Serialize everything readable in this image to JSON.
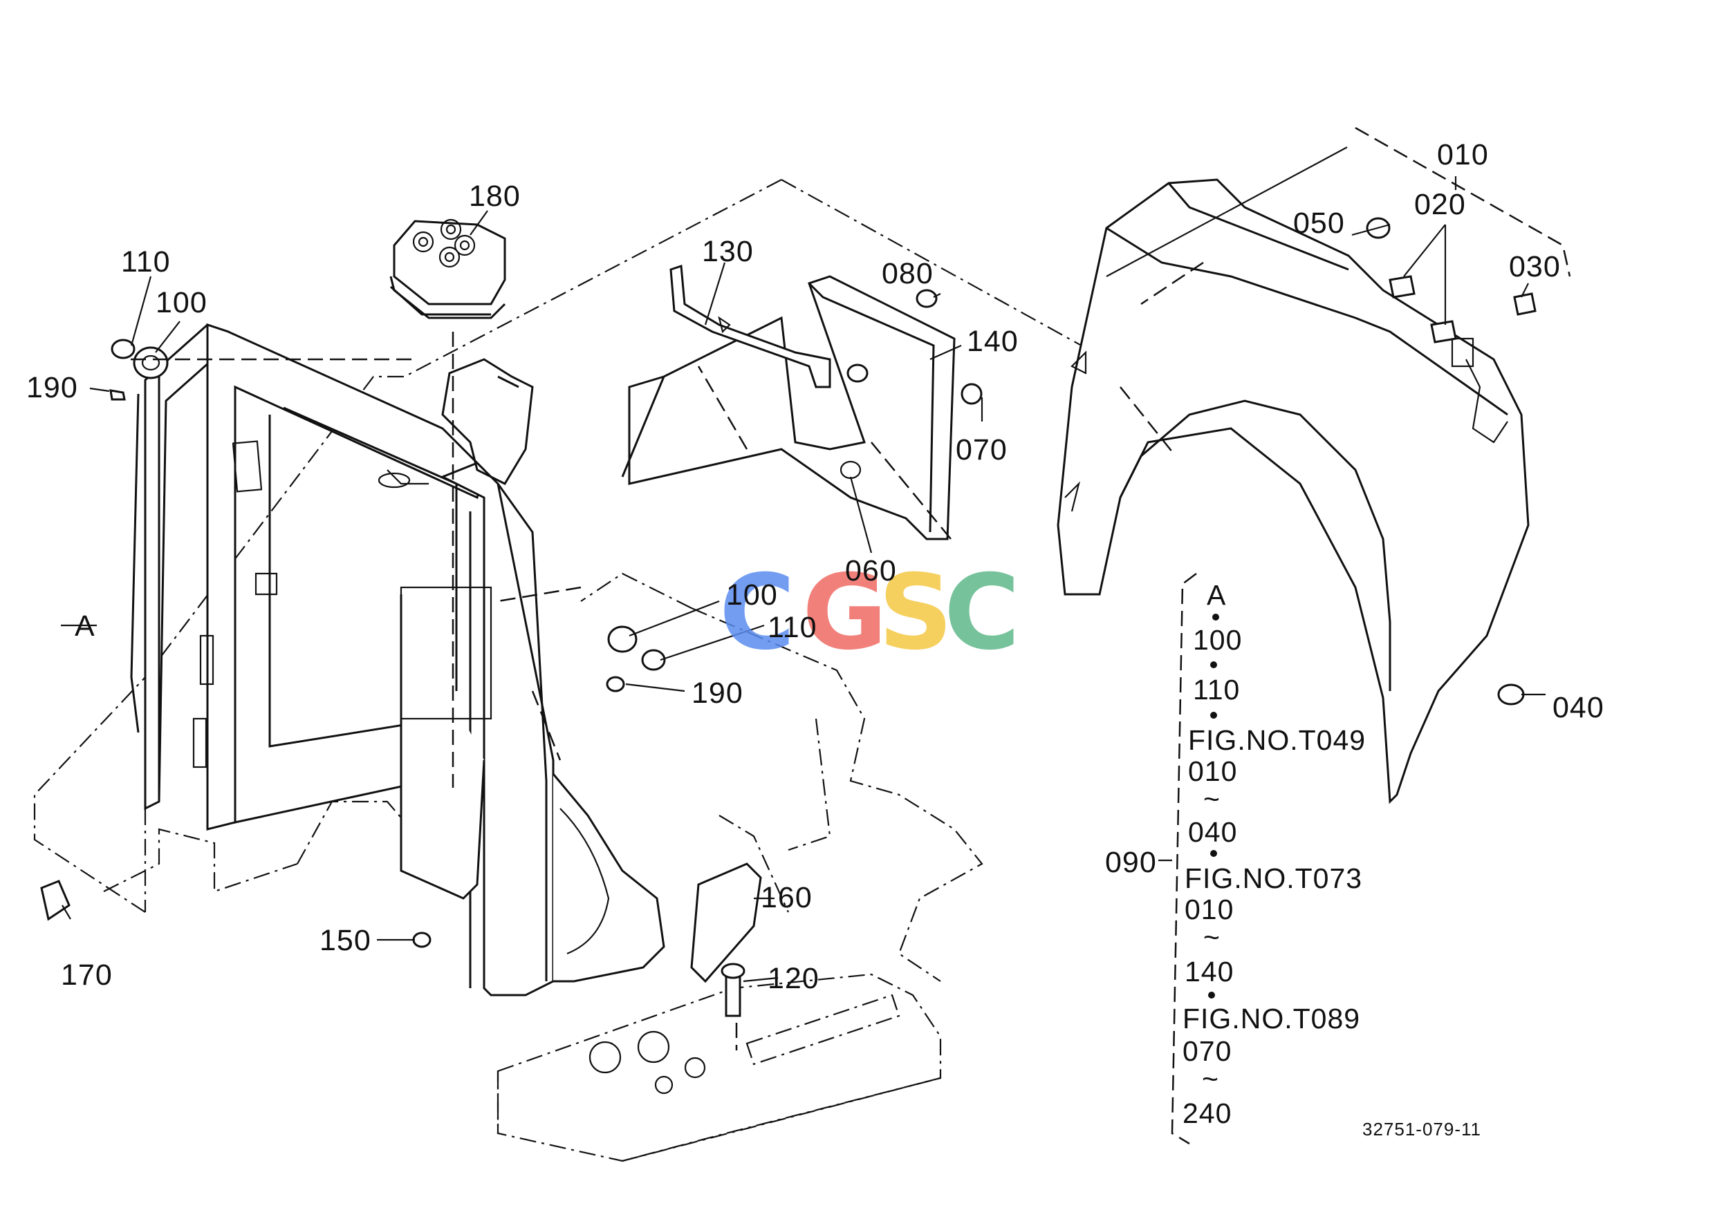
{
  "labels": {
    "p010": "010",
    "p020": "020",
    "p030": "030",
    "p040": "040",
    "p050": "050",
    "p060": "060",
    "p070": "070",
    "p080": "080",
    "p090": "090",
    "p100a": "100",
    "p100b": "100",
    "p110a": "110",
    "p110b": "110",
    "p120": "120",
    "p130": "130",
    "p140": "140",
    "p150": "150",
    "p160": "160",
    "p170": "170",
    "p180": "180",
    "p190a": "190",
    "p190b": "190",
    "pA": "A"
  },
  "group_090": {
    "lines": [
      "A",
      "100",
      "110",
      "FIG.NO.T049",
      "010",
      "~",
      "040",
      "FIG.NO.T073",
      "010",
      "~",
      "140",
      "FIG.NO.T089",
      "070",
      "~",
      "240"
    ]
  },
  "drawing_number": "32751-079-11",
  "watermark": {
    "letters": [
      "C",
      "G",
      "S",
      "C"
    ],
    "colors": [
      "#5b8def",
      "#ef6b63",
      "#f5c842",
      "#5fb88a"
    ]
  }
}
